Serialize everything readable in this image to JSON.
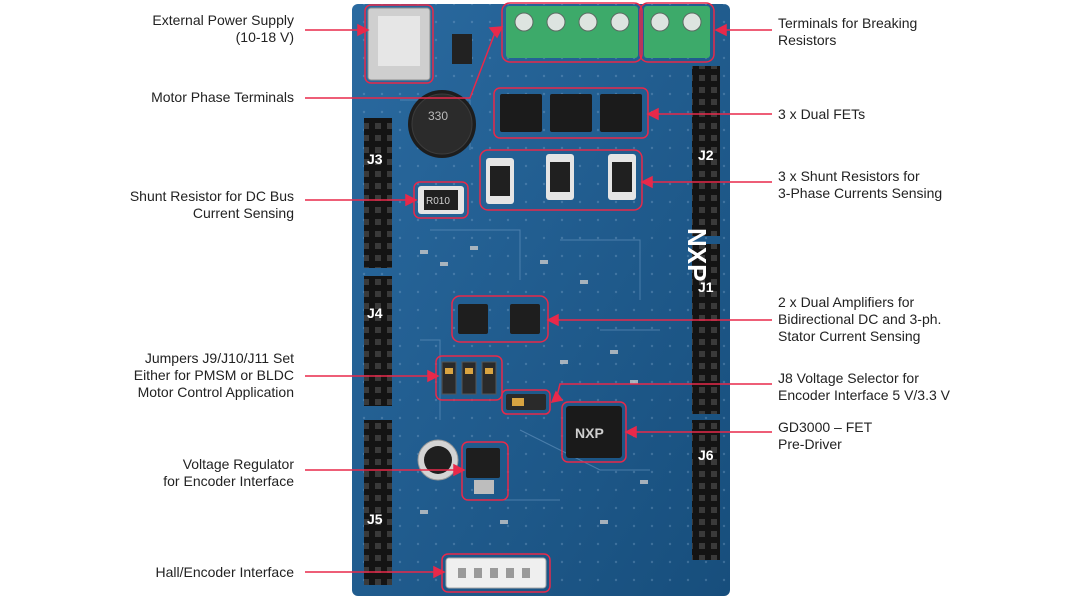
{
  "board": {
    "brand": "NXP",
    "header_labels": [
      "J1",
      "J2",
      "J3",
      "J4",
      "J5",
      "J6"
    ],
    "shunt_marking": "R010",
    "capacitor_marking": "330"
  },
  "annotations": {
    "external_power": [
      "External Power Supply",
      "(10-18 V)"
    ],
    "motor_phase": [
      "Motor Phase Terminals"
    ],
    "shunt_dc": [
      "Shunt Resistor for DC Bus",
      "Current Sensing"
    ],
    "jumpers": [
      "Jumpers J9/J10/J11 Set",
      "Either for PMSM or BLDC",
      "Motor Control Application"
    ],
    "voltage_regulator": [
      "Voltage Regulator",
      "for Encoder Interface"
    ],
    "hall_encoder": [
      "Hall/Encoder Interface"
    ],
    "breaking_resistors": [
      "Terminals for Breaking",
      "Resistors"
    ],
    "dual_fets": [
      "3 x Dual FETs"
    ],
    "shunt_3ph": [
      "3 x Shunt Resistors for",
      "3-Phase Currents Sensing"
    ],
    "dual_amplifiers": [
      "2 x Dual Amplifiers for",
      "Bidirectional DC and 3-ph.",
      "Stator Current Sensing"
    ],
    "j8_selector": [
      "J8 Voltage Selector for",
      "Encoder Interface 5 V/3.3 V"
    ],
    "gd3000": [
      "GD3000 – FET",
      "Pre-Driver"
    ]
  },
  "colors": {
    "board": "#1b5d92",
    "board_dark": "#174f7d",
    "annotation": "#e8294a",
    "terminal": "#3daa6a",
    "header": "#1a1a1a"
  }
}
